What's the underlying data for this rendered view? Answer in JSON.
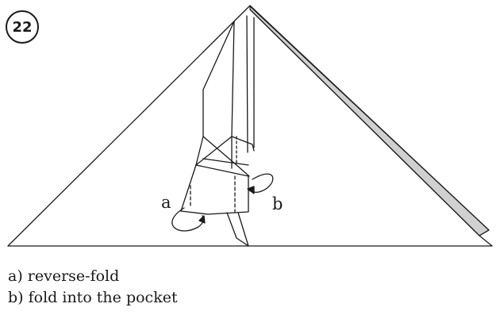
{
  "diagram": {
    "step_number": "22",
    "label_a": "a",
    "label_b": "b",
    "instructions": [
      "a) reverse-fold",
      "b) fold into the pocket"
    ],
    "colors": {
      "stroke": "#1a1a1a",
      "shaded_edge": "#d0d0d0",
      "background": "#ffffff"
    }
  }
}
